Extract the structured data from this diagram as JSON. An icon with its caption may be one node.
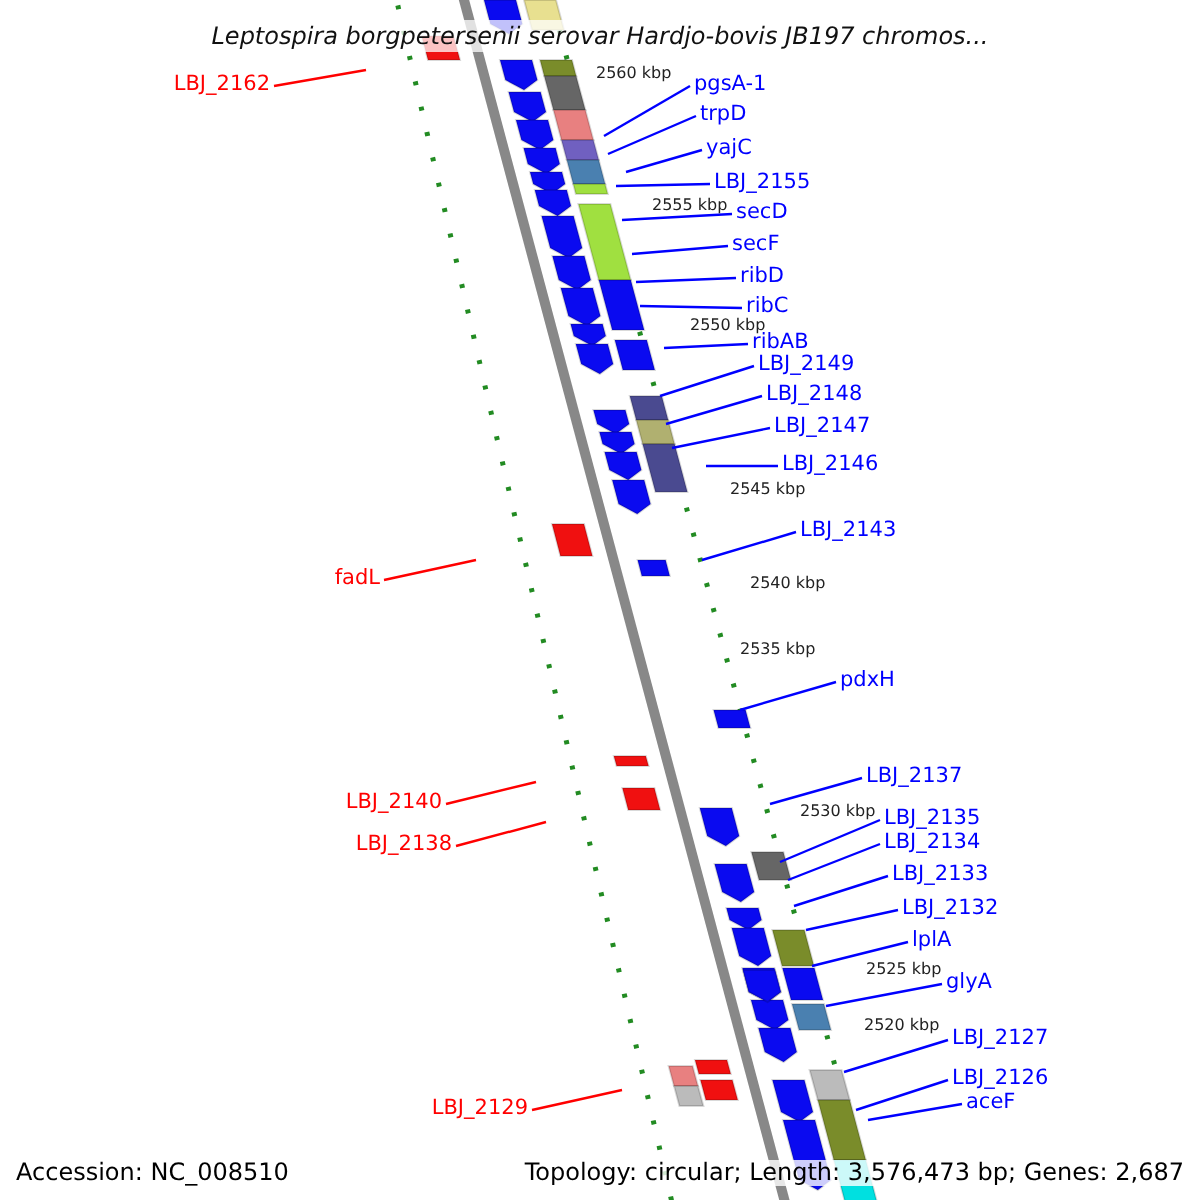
{
  "diagram": {
    "title": "Leptospira borgpetersenii serovar Hardjo-bovis JB197 chromos...",
    "nodes": [
      {
        "text": [
          "LBJ_2162"
        ]
      },
      {
        "text": [
          "pgsA-1"
        ]
      },
      {
        "text": [
          "trpD"
        ]
      },
      {
        "text": [
          "yajC"
        ]
      },
      {
        "text": [
          "LBJ_2155"
        ]
      },
      {
        "text": [
          "secD"
        ]
      },
      {
        "text": [
          "secF"
        ]
      },
      {
        "text": [
          "ribD"
        ]
      },
      {
        "text": [
          "ribC"
        ]
      },
      {
        "text": [
          "ribAB"
        ]
      },
      {
        "text": [
          "LBJ_2149"
        ]
      },
      {
        "text": [
          "LBJ_2148"
        ]
      },
      {
        "text": [
          "LBJ_2147"
        ]
      },
      {
        "text": [
          "LBJ_2146"
        ]
      },
      {
        "text": [
          "LBJ_2143"
        ]
      },
      {
        "text": [
          "fadL"
        ]
      },
      {
        "text": [
          "pdxH"
        ]
      },
      {
        "text": [
          "LBJ_2137"
        ]
      },
      {
        "text": [
          "LBJ_2140"
        ]
      },
      {
        "text": [
          "LBJ_2135"
        ]
      },
      {
        "text": [
          "LBJ_2138"
        ]
      },
      {
        "text": [
          "LBJ_2134"
        ]
      },
      {
        "text": [
          "LBJ_2133"
        ]
      },
      {
        "text": [
          "LBJ_2132"
        ]
      },
      {
        "text": [
          "lplA"
        ]
      },
      {
        "text": [
          "glyA"
        ]
      },
      {
        "text": [
          "LBJ_2127"
        ]
      },
      {
        "text": [
          "LBJ_2126"
        ]
      },
      {
        "text": [
          "LBJ_2129"
        ]
      },
      {
        "text": [
          "aceF"
        ]
      }
    ],
    "edges": [
      {
        "from": 0,
        "to": null,
        "arrow": "none",
        "color": "#ff0000"
      },
      {
        "from": 1,
        "to": null,
        "arrow": "none"
      },
      {
        "from": 2,
        "to": null,
        "arrow": "none"
      },
      {
        "from": 3,
        "to": null,
        "arrow": "none"
      },
      {
        "from": 4,
        "to": null,
        "arrow": "none"
      },
      {
        "from": 5,
        "to": null,
        "arrow": "none"
      },
      {
        "from": 6,
        "to": null,
        "arrow": "none"
      },
      {
        "from": 7,
        "to": null,
        "arrow": "none"
      },
      {
        "from": 8,
        "to": null,
        "arrow": "none"
      },
      {
        "from": 9,
        "to": null,
        "arrow": "none"
      },
      {
        "from": 10,
        "to": null,
        "arrow": "none"
      },
      {
        "from": 11,
        "to": null,
        "arrow": "none"
      },
      {
        "from": 12,
        "to": null,
        "arrow": "none"
      },
      {
        "from": 13,
        "to": null,
        "arrow": "none"
      },
      {
        "from": 14,
        "to": null,
        "arrow": "none"
      },
      {
        "from": 15,
        "to": null,
        "arrow": "none",
        "color": "#ff0000"
      },
      {
        "from": 16,
        "to": null,
        "arrow": "none"
      },
      {
        "from": 17,
        "to": null,
        "arrow": "none"
      },
      {
        "from": 18,
        "to": null,
        "arrow": "none",
        "color": "#ff0000"
      },
      {
        "from": 19,
        "to": null,
        "arrow": "none"
      },
      {
        "from": 20,
        "to": null,
        "arrow": "none",
        "color": "#ff0000"
      },
      {
        "from": 21,
        "to": null,
        "arrow": "none"
      },
      {
        "from": 22,
        "to": null,
        "arrow": "none"
      },
      {
        "from": 23,
        "to": null,
        "arrow": "none"
      },
      {
        "from": 24,
        "to": null,
        "arrow": "none"
      },
      {
        "from": 25,
        "to": null,
        "arrow": "none"
      },
      {
        "from": 26,
        "to": null,
        "arrow": "none"
      },
      {
        "from": 27,
        "to": null,
        "arrow": "none"
      },
      {
        "from": 28,
        "to": null,
        "arrow": "none",
        "color": "#ff0000"
      },
      {
        "from": 29,
        "to": null,
        "arrow": "none"
      }
    ],
    "labels": [
      "2560 kbp",
      "2555 kbp",
      "2550 kbp",
      "2545 kbp",
      "2540 kbp",
      "2535 kbp",
      "2530 kbp",
      "2525 kbp",
      "2520 kbp",
      "Accession: NC_008510",
      "Topology: circular; Length: 3,576,473 bp; Genes: 2,687"
    ]
  }
}
